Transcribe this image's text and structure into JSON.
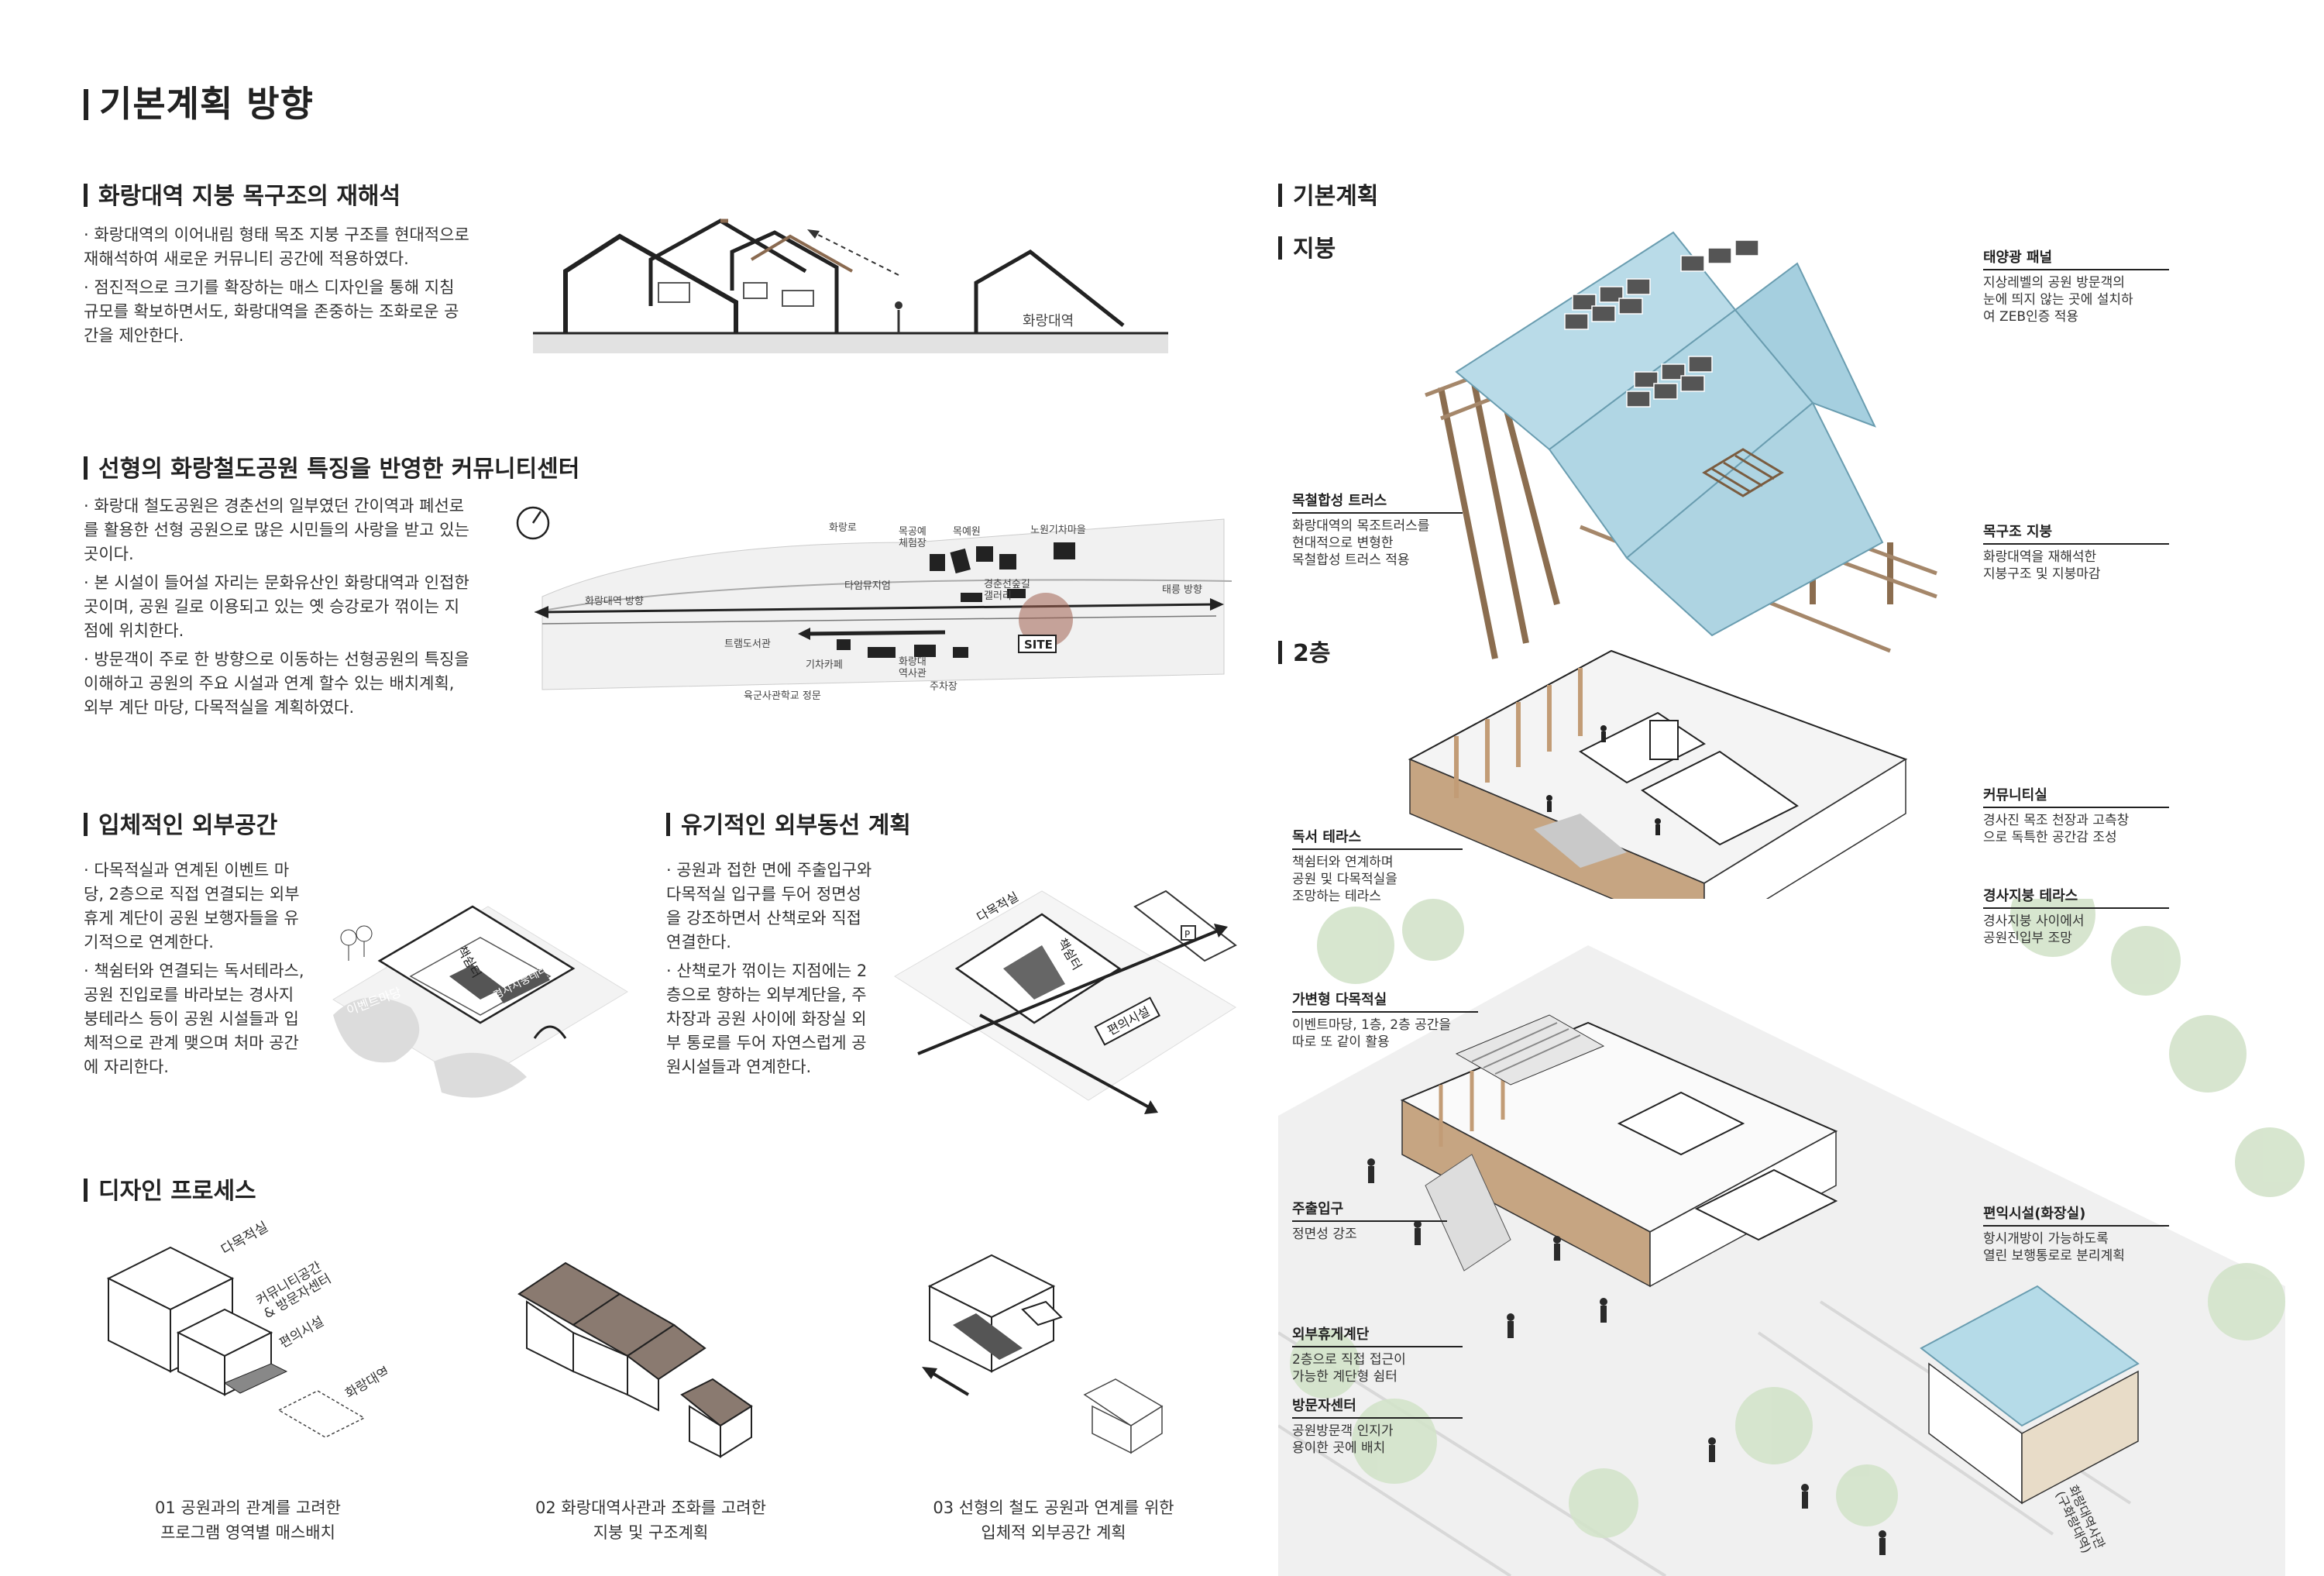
{
  "title": "기본계획 방향",
  "sections": {
    "roof_reinterpret": {
      "title": "화랑대역 지붕 목구조의 재해석",
      "bullets": [
        "· 화랑대역의 이어내림 형태 목조 지붕 구조를 현대적으로 재해석하여 새로운 커뮤니티 공간에 적용하였다.",
        "· 점진적으로 크기를 확장하는 매스 디자인을 통해 지침 규모를 확보하면서도, 화랑대역을 존중하는 조화로운 공간을 제안한다."
      ],
      "diagram_label": "화랑대역"
    },
    "linear_park": {
      "title": "선형의 화랑철도공원 특징을 반영한 커뮤니티센터",
      "bullets": [
        "· 화랑대 철도공원은 경춘선의 일부였던 간이역과 폐선로를 활용한 선형 공원으로 많은 시민들의 사랑을 받고 있는 곳이다.",
        "· 본 시설이 들어설 자리는 문화유산인 화랑대역과 인접한 곳이며, 공원 길로 이용되고 있는 옛 승강로가 꺾이는 지점에 위치한다.",
        "· 방문객이 주로 한 방향으로 이동하는 선형공원의 특징을 이해하고 공원의 주요 시설과 연계 할수 있는 배치계획, 외부 계단 마당, 다목적실을 계획하였다."
      ],
      "map_labels": {
        "hwarangro": "화랑로",
        "mokgong": "목공예\n체험장",
        "mokyewon": "목예원",
        "train_village": "노원기차마을",
        "timemuseum": "타임뮤지엄",
        "gallery": "경춘선숲길\n갤러리",
        "dir_left": "화랑대역 방향",
        "dir_right": "태릉 방향",
        "tram": "트램도서관",
        "train_cafe": "기차카페",
        "station": "화랑대\n역사관",
        "site": "SITE",
        "parking": "주차장",
        "academy": "육군사관학교 정문"
      }
    },
    "outdoor_space": {
      "title": "입체적인 외부공간",
      "bullets": [
        "· 다목적실과 연계된 이벤트 마당, 2층으로 직접 연결되는 외부 휴게 계단이 공원 보행자들을 유기적으로 연계한다.",
        "· 책쉼터와 연결되는 독서테라스, 공원 진입로를 바라보는 경사지붕테라스 등이 공원 시설들과 입체적으로 관계 맺으며 처마 공간에 자리한다."
      ],
      "diagram_labels": [
        "이벤트마당",
        "책쉼터",
        "경사지붕테라스"
      ]
    },
    "circulation": {
      "title": "유기적인 외부동선 계획",
      "bullets": [
        "· 공원과 접한 면에 주출입구와 다목적실 입구를 두어 정면성을 강조하면서 산책로와 직접 연결한다.",
        "· 산책로가 꺾이는 지점에는 2층으로 향하는 외부계단을, 주차장과 공원 사이에 화장실 외부 통로를 두어 자연스럽게 공원시설들과 연계한다."
      ],
      "diagram_labels": [
        "다목적실",
        "책쉼터",
        "편의시설",
        "P"
      ]
    },
    "design_process": {
      "title": "디자인 프로세스",
      "labels_01": [
        "다목적실",
        "커뮤니티공간\n& 방문자센터",
        "편의시설",
        "화랑대역"
      ],
      "steps": [
        "01 공원과의 관계를 고려한\n프로그램 영역별 매스배치",
        "02 화랑대역사관과 조화를 고려한\n지붕 및 구조계획",
        "03 선형의 철도 공원과 연계를 위한\n입체적 외부공간 계획"
      ]
    }
  },
  "plan": {
    "title": "기본계획",
    "roof_title": "지붕",
    "floor2_title": "2층",
    "floor1_title": "1층",
    "callouts": {
      "solar": {
        "title": "태양광 패널",
        "desc": "지상레벨의 공원 방문객의\n눈에 띄지 않는 곳에 설치하\n여 ZEB인증 적용"
      },
      "truss": {
        "title": "목철합성 트러스",
        "desc": "화랑대역의 목조트러스를\n현대적으로 변형한\n목철합성 트러스 적용"
      },
      "wood_roof": {
        "title": "목구조 지붕",
        "desc": "화랑대역을 재해석한\n지붕구조 및 지붕마감"
      },
      "community": {
        "title": "커뮤니티실",
        "desc": "경사진 목조 천장과 고측창\n으로 독특한 공간감 조성"
      },
      "reading": {
        "title": "독서 테라스",
        "desc": "책쉼터와 연계하며\n공원 및 다목적실을\n조망하는 테라스"
      },
      "slope_terrace": {
        "title": "경사지붕 테라스",
        "desc": "경사지붕 사이에서\n공원진입부 조망"
      },
      "multi": {
        "title": "가변형 다목적실",
        "desc": "이벤트마당, 1층, 2층 공간을\n따로 또 같이 활용"
      },
      "entrance": {
        "title": "주출입구",
        "desc": "정면성 강조"
      },
      "toilet": {
        "title": "편익시설(화장실)",
        "desc": "항시개방이 가능하도록\n열린 보행통로로 분리계획"
      },
      "stair": {
        "title": "외부휴게계단",
        "desc": "2층으로 직접 접근이\n가능한 계단형 쉼터"
      },
      "visitor": {
        "title": "방문자센터",
        "desc": "공원방문객 인지가\n용이한 곳에 배치"
      },
      "old_station": "화랑대역사관\n(구화랑대역)"
    }
  },
  "colors": {
    "text": "#222222",
    "roof_blue": "#a9d3e2",
    "wood": "#b89a78",
    "tree": "#c9dcc0",
    "ground": "#ededed"
  }
}
